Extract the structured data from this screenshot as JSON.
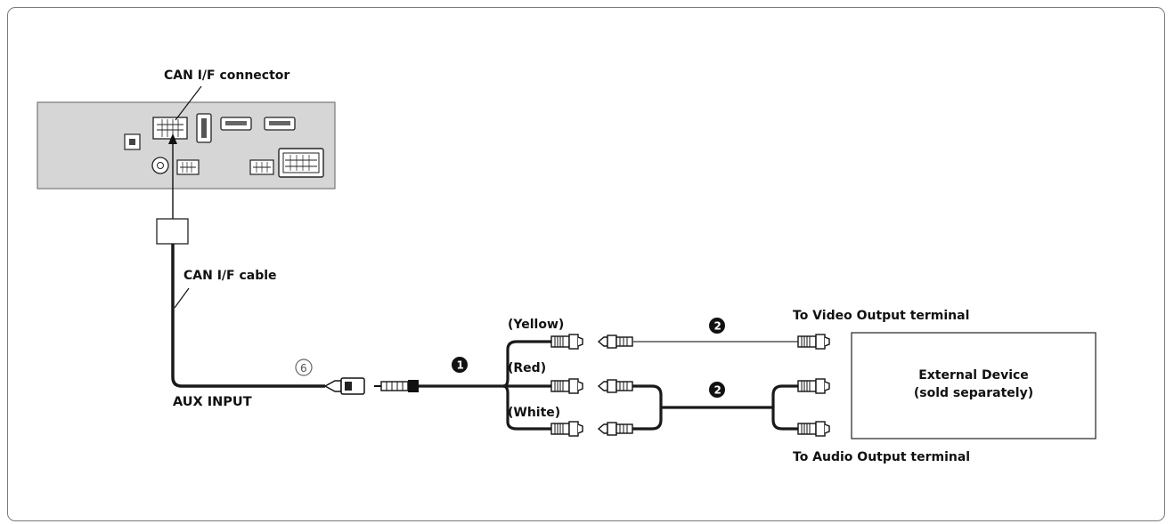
{
  "labels": {
    "can_connector": "CAN I/F connector",
    "can_cable": "CAN I/F cable",
    "aux_input": "AUX INPUT",
    "yellow": "(Yellow)",
    "red": "(Red)",
    "white": "(White)",
    "to_video": "To Video Output terminal",
    "to_audio": "To Audio Output terminal",
    "device_line1": "External Device",
    "device_line2": "(sold separately)"
  },
  "markers": {
    "item_1": "1",
    "item_2a": "2",
    "item_2b": "2",
    "item_6": "6"
  },
  "colors": {
    "cable": "#1a1a1a",
    "unit_fill": "#d6d6d6",
    "frame": "#7a7a7a"
  }
}
